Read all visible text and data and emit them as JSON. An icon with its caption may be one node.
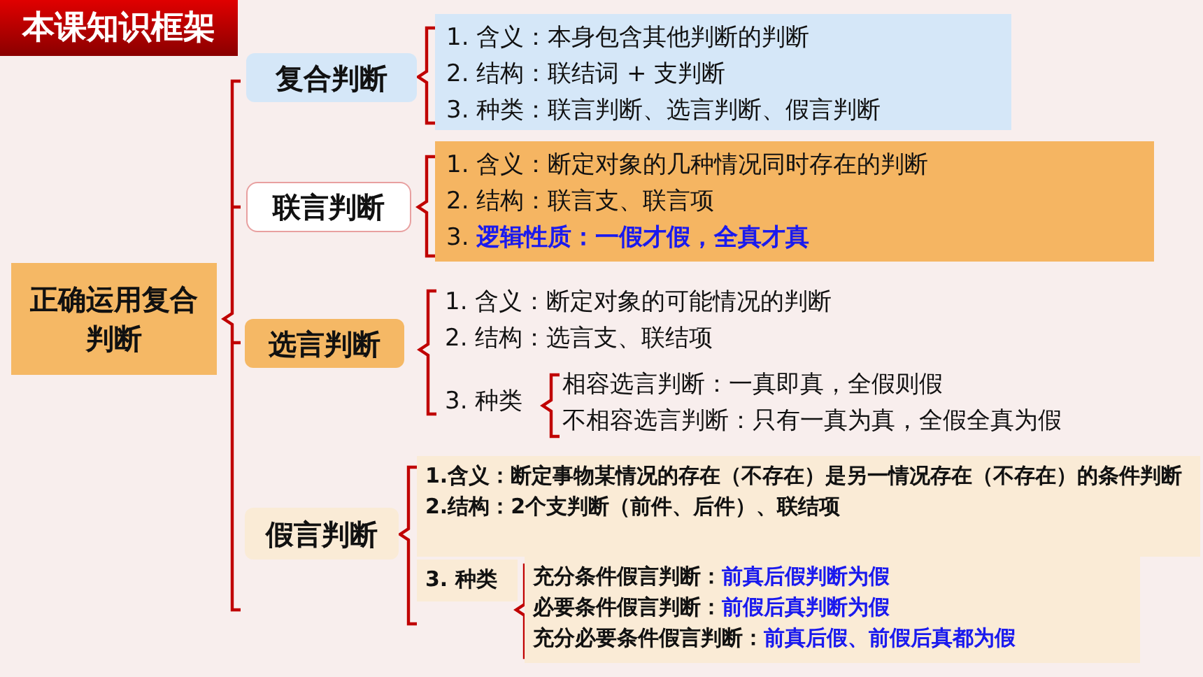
{
  "diagram": {
    "title": "本课知识框架",
    "nodes": [
      {
        "text": [
          "正确运用复合判断"
        ]
      },
      {
        "text": [
          "复合判断"
        ]
      },
      {
        "text": [
          "1. 含义：本身包含其他判断的判断",
          "2. 结构：联结词 + 支判断",
          "3. 种类：联言判断、选言判断、假言判断"
        ]
      },
      {
        "text": [
          "联言判断"
        ]
      },
      {
        "text": [
          "1. 含义：断定对象的几种情况同时存在的判断",
          "2. 结构：联言支、联言项",
          "3. **逻辑性质：一假才假，全真才真**"
        ]
      },
      {
        "text": [
          "选言判断"
        ]
      },
      {
        "text": [
          "1. 含义：断定对象的可能情况的判断",
          "2. 结构：选言支、联结项"
        ]
      },
      {
        "text": [
          "3. 种类"
        ]
      },
      {
        "text": [
          "相容选言判断：一真即真，全假则假",
          "不相容选言判断：只有一真为真，全假全真为假"
        ]
      },
      {
        "text": [
          "假言判断"
        ]
      },
      {
        "text": [
          "1.含义：断定事物某情况的存在（不存在）是另一情况存在（不存在）的条件判断",
          "2.结构：2个支判断（前件、后件）、联结项"
        ]
      },
      {
        "text": [
          "3. 种类"
        ]
      },
      {
        "text": [
          "充分条件假言判断：**前真后假判断为假**",
          "必要条件假言判断：**前假后真判断为假**",
          "充分必要条件假言判断：**前真后假、前假后真都为假**"
        ]
      }
    ]
  }
}
